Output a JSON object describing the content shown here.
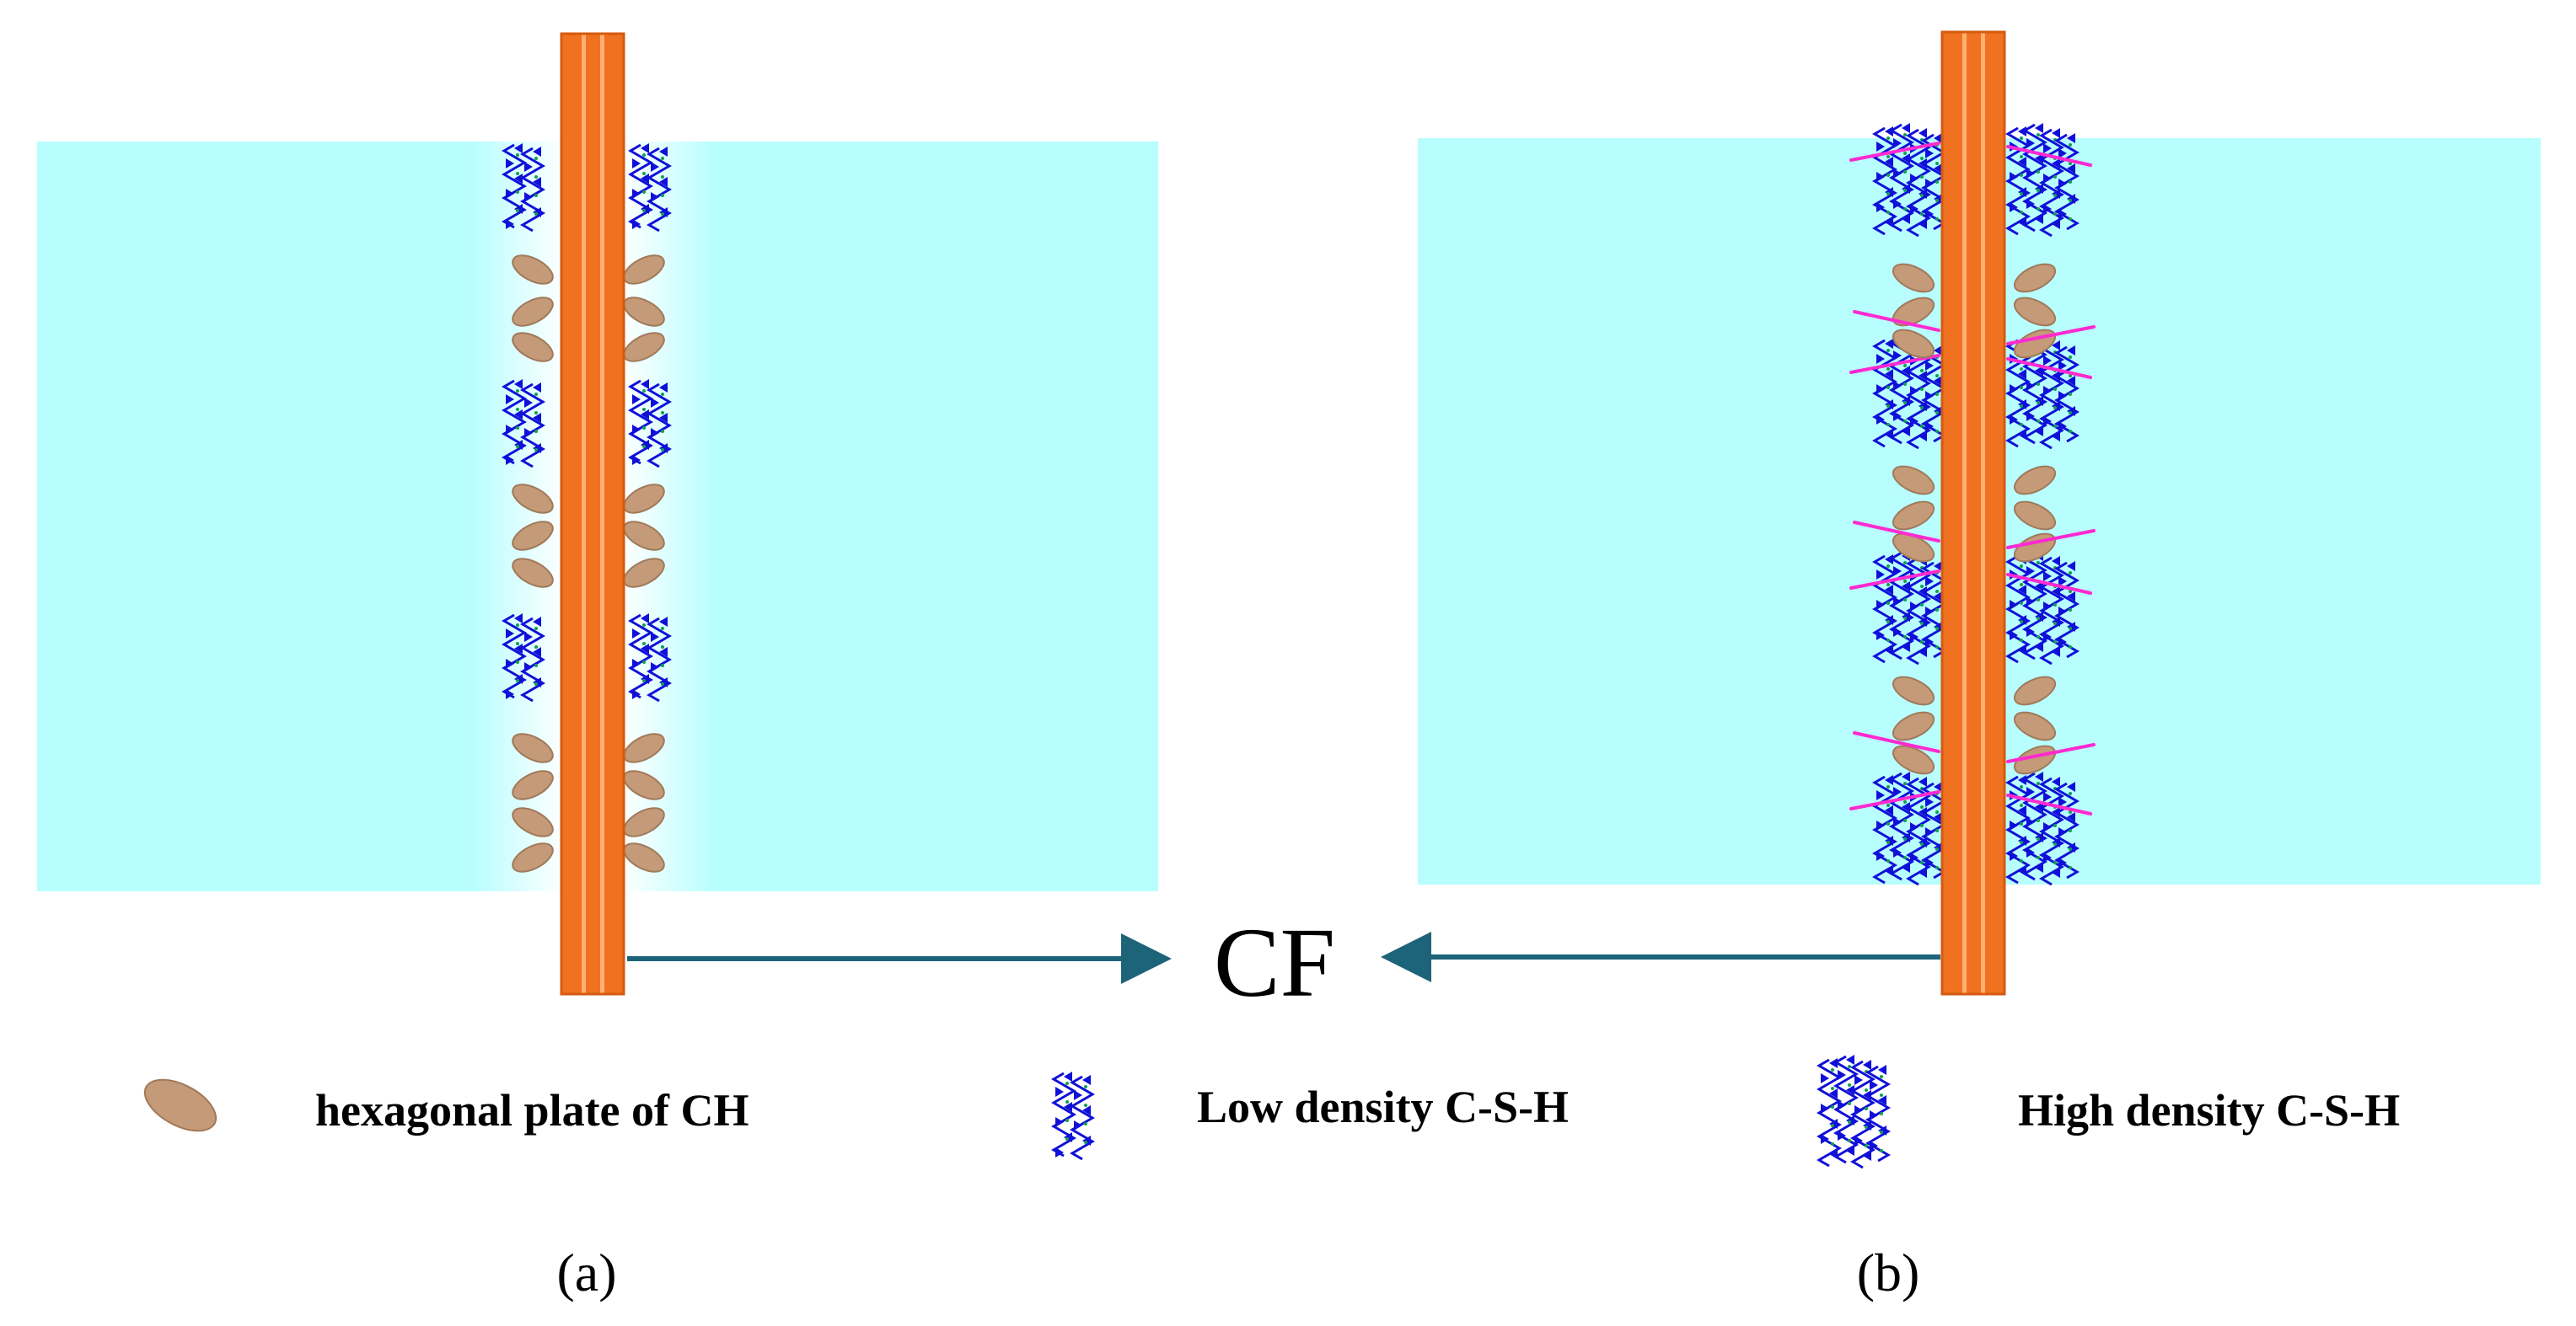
{
  "center_label": "CF",
  "legend": {
    "ch": "hexagonal plate of CH",
    "ld": "Low density C-S-H",
    "hd": "High density C-S-H"
  },
  "panels": {
    "a": "(a)",
    "b": "(b)"
  },
  "colors": {
    "matrix": "#b8feff",
    "fiber": "#f07220",
    "fiber_stripe": "#ffb070",
    "csh": "#1010d8",
    "csh_dots": "#10a050",
    "ch_plate": "#c49a78",
    "pink_rod": "#ff2ad0",
    "arrow": "#1e6478"
  },
  "icons": {
    "ch": "hexagonal-plate-icon",
    "ld": "low-density-csh-icon",
    "hd": "high-density-csh-icon"
  }
}
